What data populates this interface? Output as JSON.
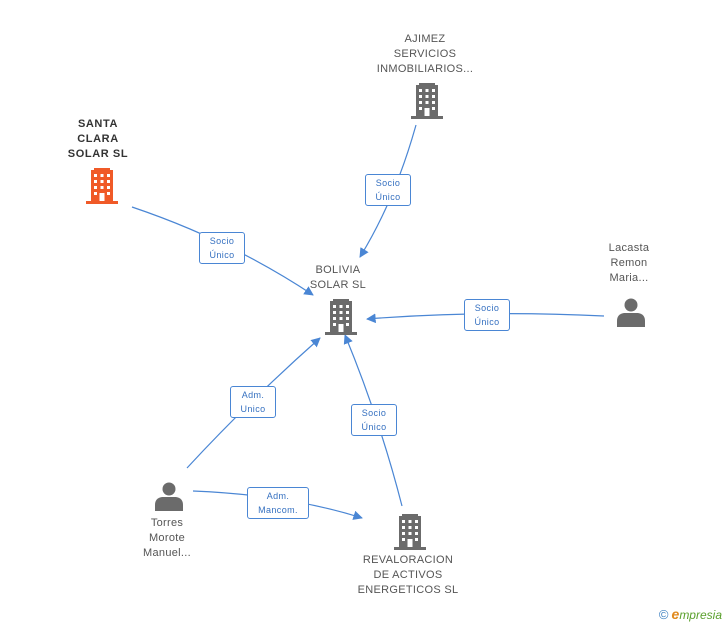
{
  "colors": {
    "edge": "#4a86d4",
    "company_icon": "#6b6b6b",
    "focus_icon": "#f05a28",
    "person_icon": "#6b6b6b"
  },
  "nodes": {
    "santa_clara": {
      "lines": [
        "SANTA",
        "CLARA",
        "SOLAR SL"
      ],
      "icon": "building-icon"
    },
    "ajimez": {
      "lines": [
        "AJIMEZ",
        "SERVICIOS",
        "INMOBILIARIOS..."
      ],
      "icon": "building-icon"
    },
    "bolivia": {
      "lines": [
        "BOLIVIA",
        "SOLAR SL"
      ],
      "icon": "building-icon"
    },
    "lacasta": {
      "lines": [
        "Lacasta",
        "Remon",
        "Maria..."
      ],
      "icon": "person-icon"
    },
    "torres": {
      "lines": [
        "Torres",
        "Morote",
        "Manuel..."
      ],
      "icon": "person-icon"
    },
    "revaloracion": {
      "lines": [
        "REVALORACION",
        "DE ACTIVOS",
        "ENERGETICOS SL"
      ],
      "icon": "building-icon"
    }
  },
  "edges": {
    "santa_to_bolivia": {
      "lines": [
        "Socio",
        "Único"
      ]
    },
    "ajimez_to_bolivia": {
      "lines": [
        "Socio",
        "Único"
      ]
    },
    "lacasta_to_bolivia": {
      "lines": [
        "Socio",
        "Único"
      ]
    },
    "torres_to_bolivia": {
      "lines": [
        "Adm.",
        "Unico"
      ]
    },
    "revaloracion_to_bolivia": {
      "lines": [
        "Socio",
        "Único"
      ]
    },
    "torres_to_revaloracion": {
      "lines": [
        "Adm.",
        "Mancom."
      ]
    }
  },
  "brand": {
    "copyright": "©",
    "e": "e",
    "name": "mpresia"
  }
}
